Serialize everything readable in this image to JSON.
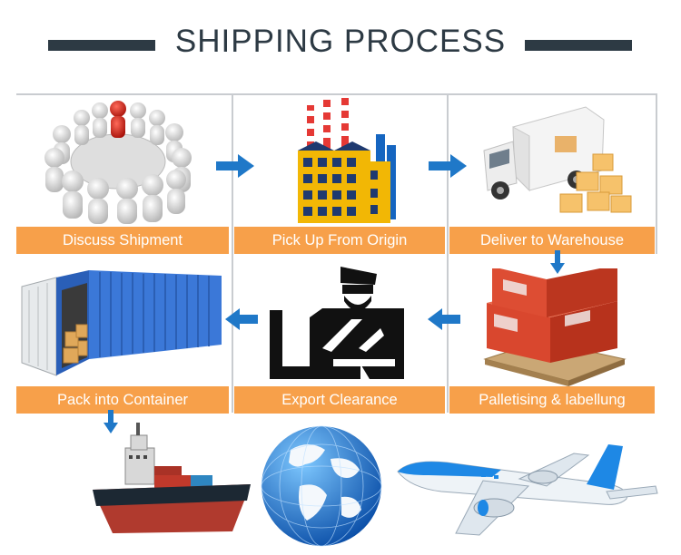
{
  "title": "SHIPPING PROCESS",
  "colors": {
    "label_bg": "#f7a04a",
    "arrow": "#1f78c8",
    "title_text": "#2d3a44"
  },
  "steps": [
    {
      "label": "Discuss Shipment",
      "icon": "meeting-people-icon"
    },
    {
      "label": "Pick Up From Origin",
      "icon": "factory-icon"
    },
    {
      "label": "Deliver to Warehouse",
      "icon": "delivery-truck-icon"
    },
    {
      "label": "Palletising & labellung",
      "icon": "pallet-boxes-icon"
    },
    {
      "label": "Export Clearance",
      "icon": "customs-officer-icon"
    },
    {
      "label": "Pack  into Container",
      "icon": "shipping-container-icon"
    }
  ],
  "transport": [
    {
      "icon": "cargo-ship-icon"
    },
    {
      "icon": "globe-icon"
    },
    {
      "icon": "airplane-icon"
    }
  ]
}
